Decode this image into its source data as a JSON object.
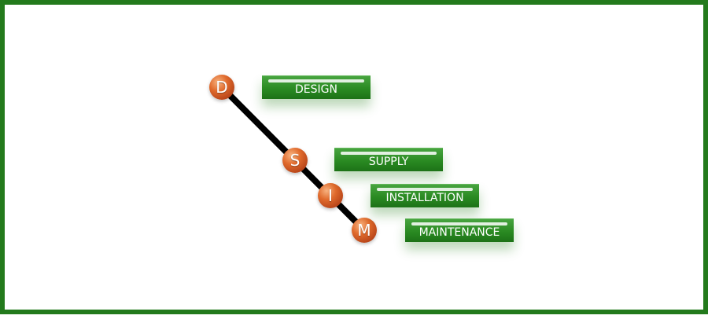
{
  "colors": {
    "border": "#237a1c",
    "stage_green": "#2a8a22",
    "node_orange": "#d5602a",
    "connector": "#000000"
  },
  "nodes": [
    {
      "letter": "D"
    },
    {
      "letter": "S"
    },
    {
      "letter": "I"
    },
    {
      "letter": "M"
    }
  ],
  "stages": [
    {
      "label": "DESIGN"
    },
    {
      "label": "SUPPLY"
    },
    {
      "label": "INSTALLATION"
    },
    {
      "label": "MAINTENANCE"
    }
  ]
}
